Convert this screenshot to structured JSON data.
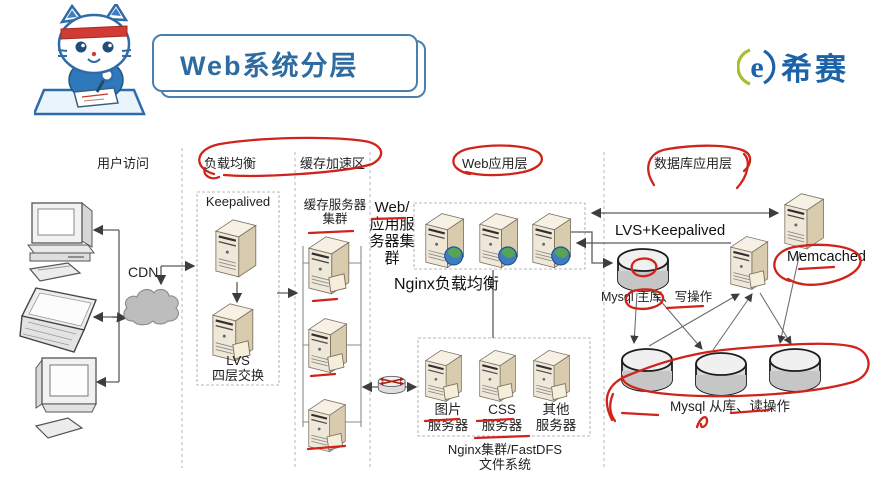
{
  "header": {
    "title": "Web系统分层",
    "logo": {
      "icon": "e",
      "text": "希赛"
    }
  },
  "layer_headers": {
    "user_access": "用户访问",
    "load_balancing": "负载均衡",
    "cache_zone": "缓存加速区",
    "web_app_layer": "Web应用层",
    "db_app_layer": "数据库应用层"
  },
  "labels": {
    "cdn": "CDN",
    "keepalived": "Keepalived",
    "lvs": "LVS",
    "lvs_sub": "四层交换",
    "cache_cluster_1": "缓存服务器",
    "cache_cluster_2": "集群",
    "web_cluster_1": "Web/",
    "web_cluster_2": "应用服",
    "web_cluster_3": "务器集",
    "web_cluster_4": "群",
    "nginx_lb": "Nginx负载均衡",
    "image_server_1": "图片",
    "image_server_2": "服务器",
    "css_server_1": "CSS",
    "css_server_2": "服务器",
    "other_server_1": "其他",
    "other_server_2": "服务器",
    "nginx_fastdfs_1": "Nginx集群/FastDFS",
    "nginx_fastdfs_2": "文件系统",
    "lvs_keepalived": "LVS+Keepalived",
    "mysql_master": "Mysql 主库、写操作",
    "memcached": "Memcached",
    "mysql_slave": "Mysql 从库、读操作"
  },
  "colors": {
    "title_blue": "#2d6ba1",
    "logo_blue": "#1b62a8",
    "logo_green": "#a6bf2a",
    "annotation_red": "#cf241b",
    "server_beige": "#efe8d8",
    "line_gray": "#5a5a5a"
  }
}
